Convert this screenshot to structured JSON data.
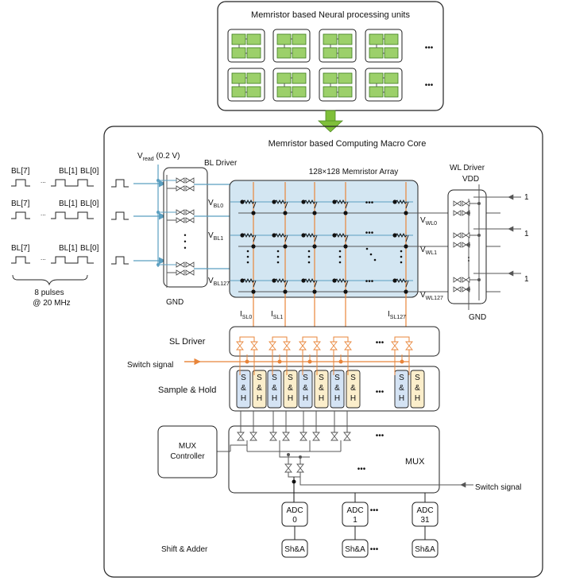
{
  "npu": {
    "title": "Memristor based Neural processing units",
    "ellipsis": "•••"
  },
  "macro": {
    "title": "Memristor based Computing Macro Core"
  },
  "bl_driver": {
    "label": "BL Driver",
    "vread_main": "V",
    "vread_sub": "read",
    "vread_rest": " (0.2 V)",
    "gnd": "GND",
    "vbl": [
      {
        "main": "V",
        "sub": "BL0"
      },
      {
        "main": "V",
        "sub": "BL1"
      },
      {
        "main": "V",
        "sub": "BL127"
      }
    ],
    "dots": "•"
  },
  "inputs": {
    "rows": [
      {
        "b7": "BL[7]",
        "b1": "BL[1]",
        "b0": "BL[0]"
      },
      {
        "b7": "BL[7]",
        "b1": "BL[1]",
        "b0": "BL[0]"
      },
      {
        "b7": "BL[7]",
        "b1": "BL[1]",
        "b0": "BL[0]"
      }
    ],
    "gap": "...",
    "pulses_line1": "8 pulses",
    "pulses_line2": "@ 20 MHz"
  },
  "array": {
    "title": "128×128 Memristor Array",
    "ellipsis": "•••"
  },
  "wl_driver": {
    "label": "WL Driver",
    "vdd": "VDD",
    "gnd": "GND",
    "ones": [
      "1",
      "1",
      "1"
    ],
    "vwl": [
      {
        "main": "V",
        "sub": "WL0"
      },
      {
        "main": "V",
        "sub": "WL1"
      },
      {
        "main": "V",
        "sub": "WL127"
      }
    ]
  },
  "isl": [
    {
      "main": "I",
      "sub": "SL0"
    },
    {
      "main": "I",
      "sub": "SL1"
    },
    {
      "main": "I",
      "sub": "SL127"
    }
  ],
  "sl_driver": {
    "label": "SL Driver",
    "ellipsis": "•••"
  },
  "switch_signal_1": "Switch signal",
  "sample_hold": {
    "label": "Sample & Hold",
    "cell": [
      "S",
      "&",
      "H"
    ],
    "ellipsis": "•••"
  },
  "mux": {
    "label": "MUX",
    "ellipsis": "•••"
  },
  "mux_controller": {
    "line1": "MUX",
    "line2": "Controller"
  },
  "switch_signal_2": "Switch signal",
  "adcs": [
    {
      "name": "ADC",
      "idx": "0"
    },
    {
      "name": "ADC",
      "idx": "1"
    },
    {
      "name": "ADC",
      "idx": "31"
    }
  ],
  "shift_adder": {
    "label": "Shift & Adder",
    "cell": "Sh&A",
    "ellipsis": "•••"
  },
  "colors": {
    "blue_line": "#5b9fc0",
    "orange_line": "#e8853a",
    "array_fill": "#d3e6f2",
    "sh_blue": "#d4e3f4",
    "sh_yellow": "#fbeecb",
    "npu_green": "#9cd06a",
    "npu_green_dark": "#3d7a1e",
    "arrow_green": "#7fbf3a"
  }
}
